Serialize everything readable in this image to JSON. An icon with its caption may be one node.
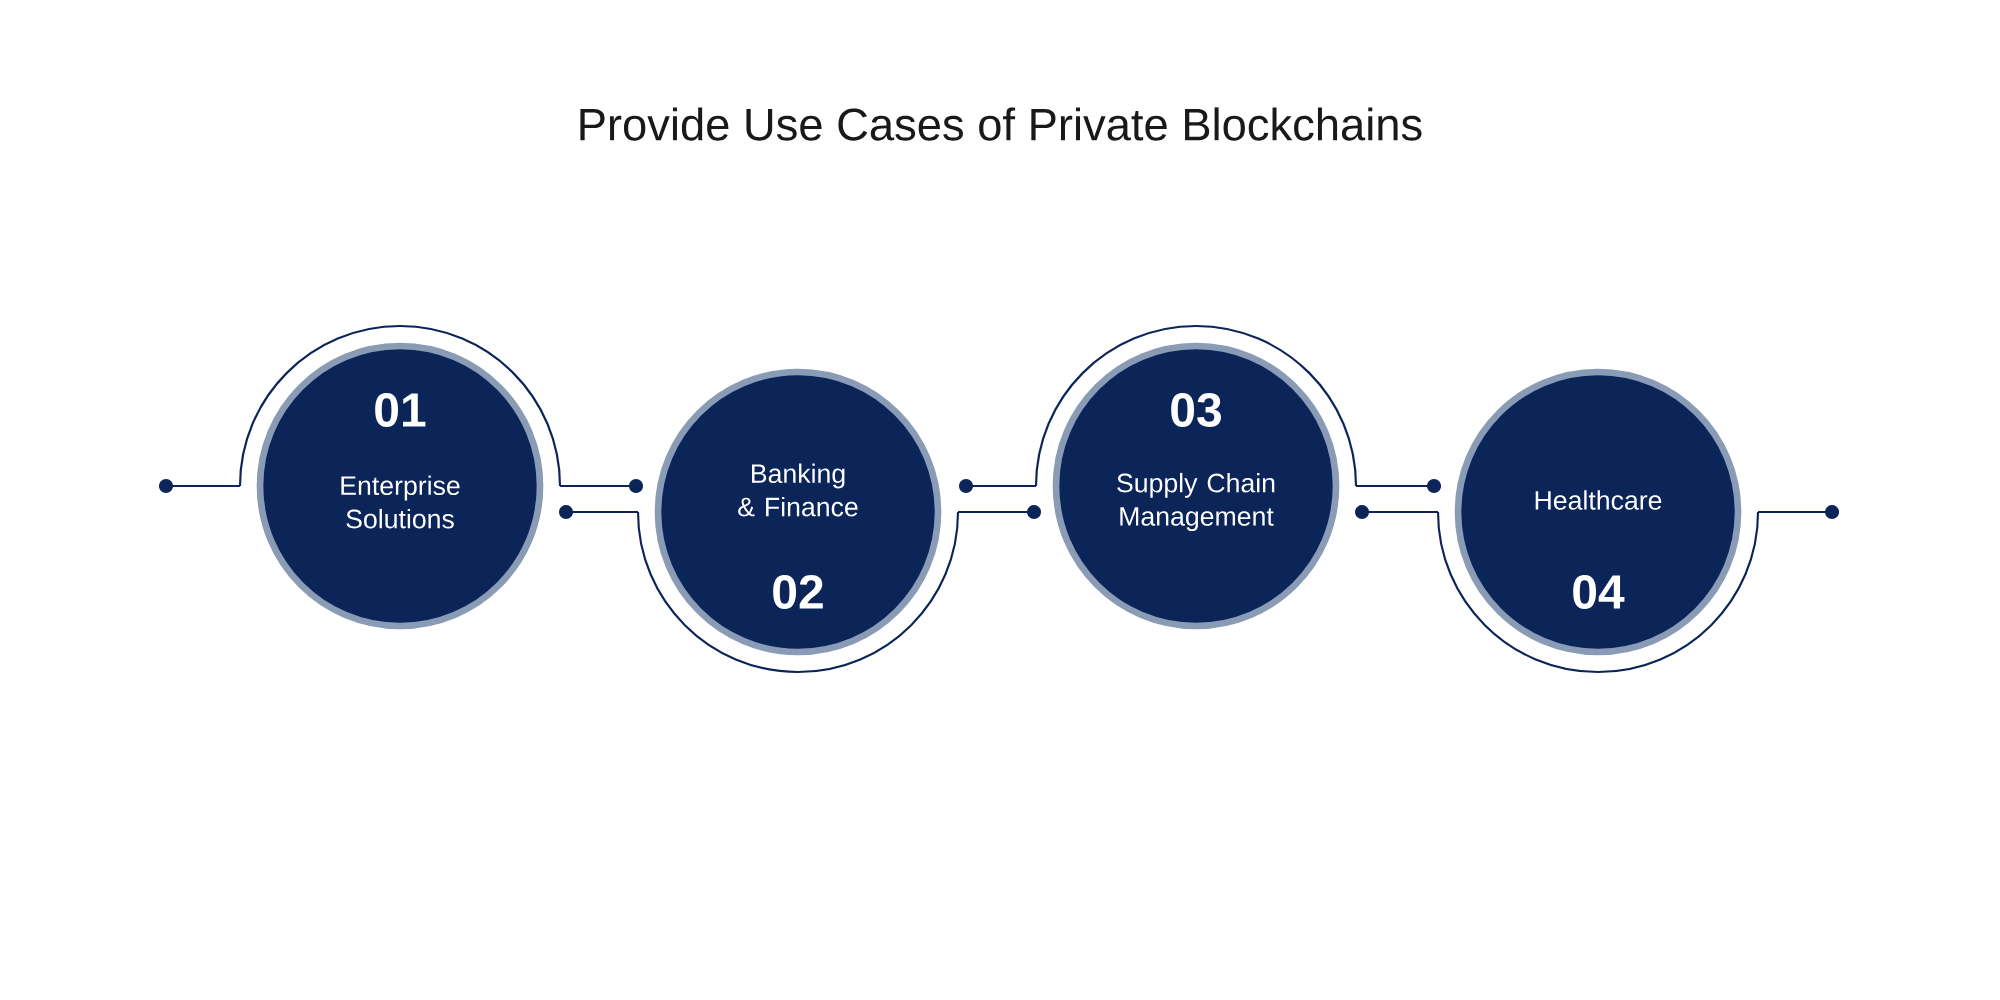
{
  "diagram": {
    "title": "Provide Use Cases of Private Blockchains",
    "nodes": [
      {
        "text": [
          "01",
          "Enterprise Solutions"
        ]
      },
      {
        "text": [
          "Banking & Finance",
          "02"
        ]
      },
      {
        "text": [
          "03",
          "Supply Chain Management"
        ]
      },
      {
        "text": [
          "Healthcare",
          "04"
        ]
      }
    ],
    "edges": [
      {
        "from": null,
        "to": 0,
        "arrow": "other"
      },
      {
        "from": 0,
        "to": 1,
        "arrow": "other"
      },
      {
        "from": 0,
        "to": 1,
        "arrow": "other"
      },
      {
        "from": 1,
        "to": 2,
        "arrow": "other"
      },
      {
        "from": 1,
        "to": 2,
        "arrow": "other"
      },
      {
        "from": 2,
        "to": 3,
        "arrow": "other"
      },
      {
        "from": 2,
        "to": 3,
        "arrow": "other"
      },
      {
        "from": 3,
        "to": null,
        "arrow": "other"
      }
    ]
  }
}
